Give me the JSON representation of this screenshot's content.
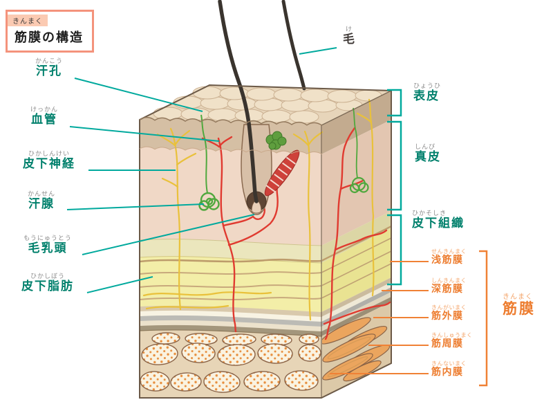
{
  "title": {
    "furigana": "きんまく",
    "text": "筋膜の構造"
  },
  "hair_label": {
    "furigana": "け",
    "text": "毛"
  },
  "left_labels": [
    {
      "id": "sweat-pore",
      "furigana": "かんこう",
      "text": "汗孔"
    },
    {
      "id": "blood-vessel",
      "furigana": "けっかん",
      "text": "血管"
    },
    {
      "id": "subcutaneous-nerve",
      "furigana": "ひかしんけい",
      "text": "皮下神経"
    },
    {
      "id": "sweat-gland",
      "furigana": "かんせん",
      "text": "汗腺"
    },
    {
      "id": "hair-papilla",
      "furigana": "もうにゅうとう",
      "text": "毛乳頭"
    },
    {
      "id": "subcutaneous-fat",
      "furigana": "ひかしぼう",
      "text": "皮下脂肪"
    }
  ],
  "layer_labels": [
    {
      "id": "epidermis",
      "furigana": "ひょうひ",
      "text": "表皮"
    },
    {
      "id": "dermis",
      "furigana": "しんぴ",
      "text": "真皮"
    },
    {
      "id": "subcutaneous-tissue",
      "furigana": "ひかそしき",
      "text": "皮下組織"
    }
  ],
  "fascia_labels": [
    {
      "id": "superficial-fascia",
      "furigana": "せんきんまく",
      "text": "浅筋膜"
    },
    {
      "id": "deep-fascia",
      "furigana": "しんきんまく",
      "text": "深筋膜"
    },
    {
      "id": "epimysium",
      "furigana": "きんがいまく",
      "text": "筋外膜"
    },
    {
      "id": "perimysium",
      "furigana": "きんしゅうまく",
      "text": "筋周膜"
    },
    {
      "id": "endomysium",
      "furigana": "きんないまく",
      "text": "筋内膜"
    }
  ],
  "fascia_group_label": {
    "furigana": "きんまく",
    "text": "筋膜"
  },
  "colors": {
    "teal_line": "#00a99d",
    "teal_text": "#00806c",
    "orange_line": "#f08135",
    "orange_text": "#ed7c2e",
    "orange_furigana": "#f4a469",
    "title_border": "#f4937c",
    "title_furigana_bg": "#fbcab2"
  }
}
